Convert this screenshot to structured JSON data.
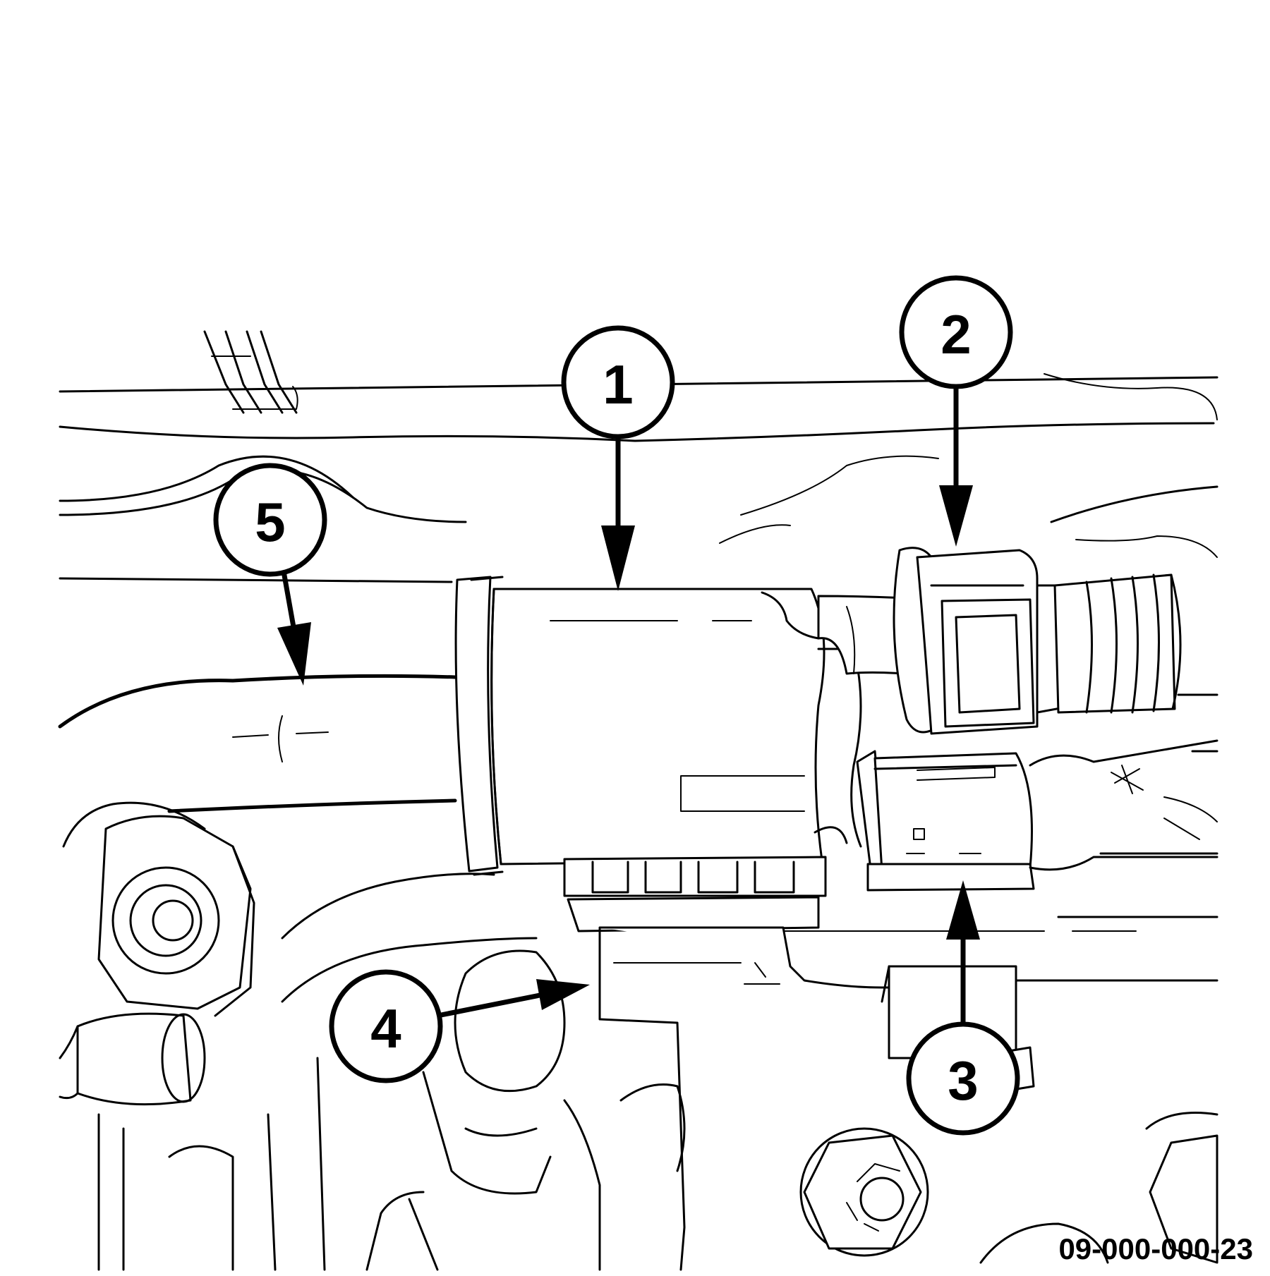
{
  "figure": {
    "id": "09-000-000-23"
  },
  "callouts": [
    {
      "label": "1"
    },
    {
      "label": "2"
    },
    {
      "label": "3"
    },
    {
      "label": "4"
    },
    {
      "label": "5"
    }
  ],
  "colors": {
    "line": "#000000",
    "background": "#ffffff"
  }
}
